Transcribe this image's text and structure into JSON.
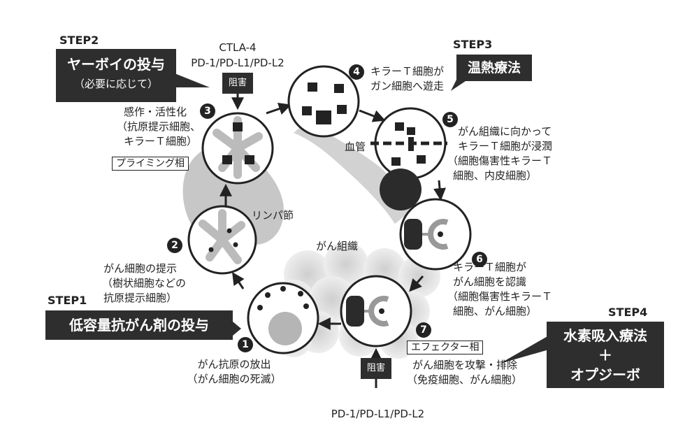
{
  "steps": {
    "step1": {
      "label": "STEP1",
      "title": "低容量抗がん剤の投与"
    },
    "step2": {
      "label": "STEP2",
      "title": "ヤーボイの投与",
      "subtitle": "（必要に応じて）"
    },
    "step3": {
      "label": "STEP3",
      "title": "温熱療法"
    },
    "step4": {
      "label": "STEP4",
      "title_line1": "水素吸入療法",
      "plus": "＋",
      "title_line2": "オプジーボ"
    }
  },
  "nodes": {
    "n1": {
      "num": "1",
      "lines": [
        "がん抗原の放出",
        "（がん細胞の死滅）"
      ]
    },
    "n2": {
      "num": "2",
      "lines": [
        "がん細胞の提示",
        "（樹状細胞などの",
        "抗原提示細胞）"
      ]
    },
    "n3": {
      "num": "3",
      "lines": [
        "感作・活性化",
        "（抗原提示細胞、",
        "キラーＴ細胞）"
      ],
      "tag": "プライミング相"
    },
    "n4": {
      "num": "4",
      "lines": [
        "キラーＴ細胞が",
        "ガン細胞へ遊走"
      ]
    },
    "n5": {
      "num": "5",
      "lines": [
        "がん組織に向かって",
        "キラーＴ細胞が浸潤",
        "（細胞傷害性キラーＴ",
        "細胞、内皮細胞）"
      ]
    },
    "n6": {
      "num": "6",
      "lines": [
        "キラーＴ細胞が",
        "がん細胞を認識",
        "（細胞傷害性キラーＴ",
        "細胞、がん細胞）"
      ]
    },
    "n7": {
      "num": "7",
      "tag": "エフェクター相",
      "lines": [
        "がん細胞を攻撃・排除",
        "（免疫細胞、がん細胞）"
      ]
    }
  },
  "blocks": {
    "top": {
      "label": "阻害",
      "targets": [
        "CTLA-4",
        "PD-1/PD-L1/PD-L2"
      ]
    },
    "bottom": {
      "label": "阻害",
      "target": "PD-1/PD-L1/PD-L2"
    }
  },
  "regions": {
    "lymph": "リンパ節",
    "vessel": "血管",
    "tumor": "がん組織"
  }
}
